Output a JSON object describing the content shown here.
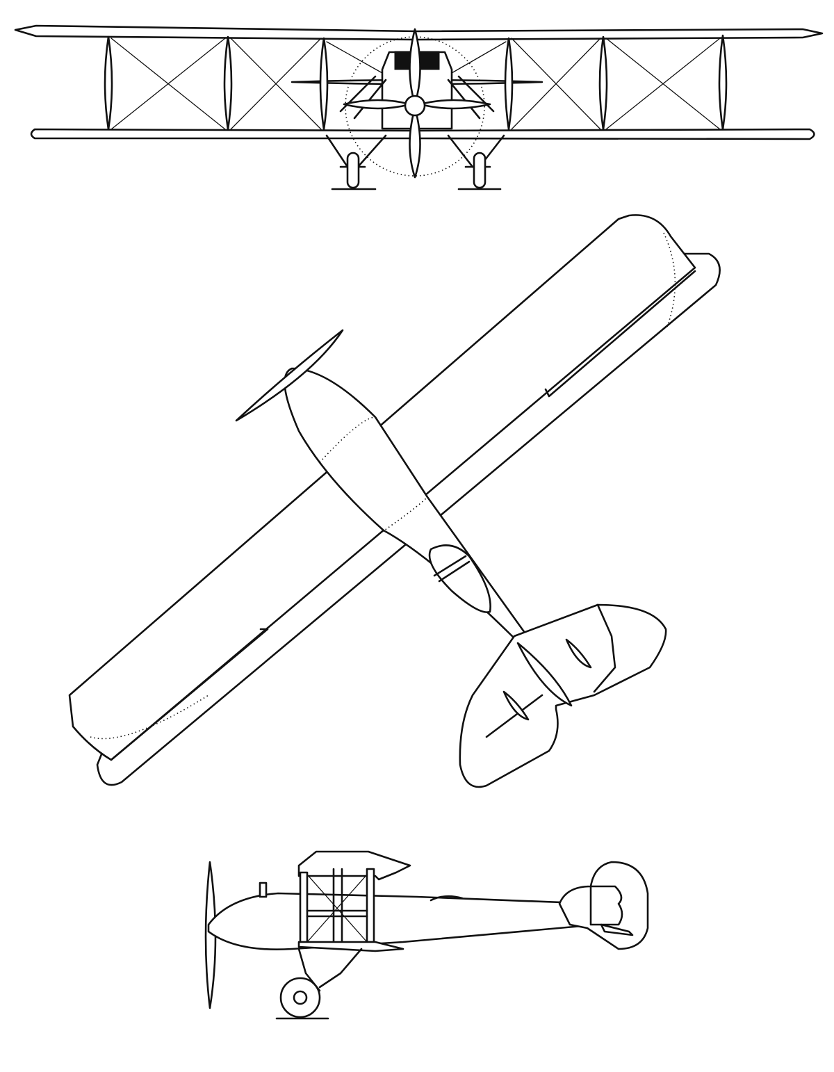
{
  "drawing": {
    "views": [
      {
        "id": "front",
        "name": "front-view"
      },
      {
        "id": "plan",
        "name": "plan-view"
      },
      {
        "id": "side",
        "name": "side-view"
      }
    ],
    "ink_color": "#111111",
    "paper_color": "#ffffff"
  }
}
